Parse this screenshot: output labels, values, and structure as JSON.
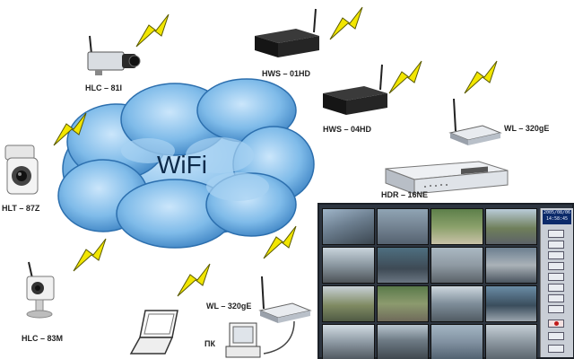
{
  "network": {
    "center_label": "WiFi",
    "devices": [
      {
        "id": "hlc81",
        "label": "HLC – 81I",
        "icon": "box-camera-icon"
      },
      {
        "id": "hws01",
        "label": "HWS – 01HD",
        "icon": "wireless-server-icon"
      },
      {
        "id": "hws04",
        "label": "HWS – 04HD",
        "icon": "wireless-server-icon"
      },
      {
        "id": "wl1",
        "label": "WL – 320gE",
        "icon": "wireless-access-point-icon"
      },
      {
        "id": "hdr",
        "label": "HDR – 16NE",
        "icon": "video-recorder-icon"
      },
      {
        "id": "hlt87",
        "label": "HLT – 87Z",
        "icon": "dome-camera-icon"
      },
      {
        "id": "hlc83",
        "label": "HLC – 83M",
        "icon": "cube-camera-icon"
      },
      {
        "id": "wl2",
        "label": "WL – 320gE",
        "icon": "wireless-access-point-icon"
      },
      {
        "id": "pc",
        "label": "ПК",
        "icon": "desktop-computer-icon"
      },
      {
        "id": "laptop",
        "label": "",
        "icon": "laptop-icon"
      }
    ]
  },
  "monitor": {
    "clock_date": "2005/08/06",
    "clock_time": "14:58:45",
    "grid": "4x4"
  },
  "colors": {
    "cloud": "#3f88c8",
    "cloud_light": "#a9d3f3",
    "bolt": "#f2e600",
    "device_dark": "#1c1c1c"
  }
}
